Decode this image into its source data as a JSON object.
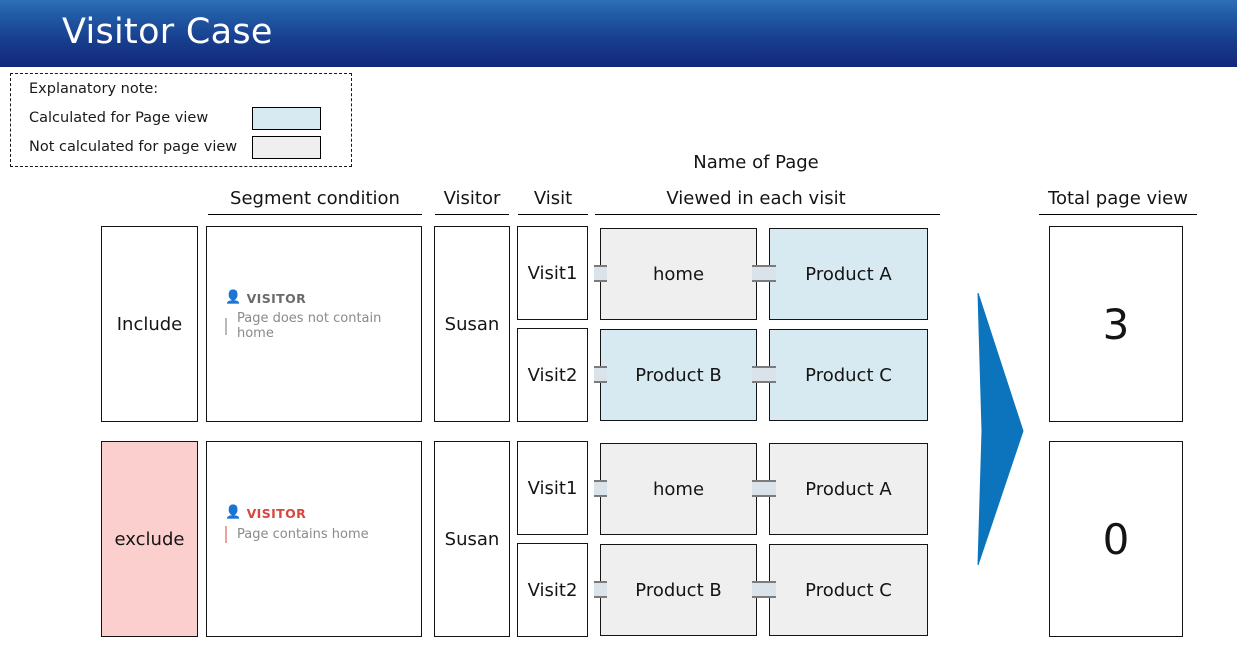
{
  "header": {
    "title": "Visitor Case",
    "gradient_top": "#2d6fb8",
    "gradient_bottom": "#14277a"
  },
  "legend": {
    "note_title": "Explanatory note:",
    "items": [
      {
        "label": "Calculated for Page view",
        "color": "#d7e9f1"
      },
      {
        "label": "Not calculated for page view",
        "color": "#efefef"
      }
    ]
  },
  "columns": {
    "name_of_page": "Name of Page",
    "segment_condition": "Segment condition",
    "visitor": "Visitor",
    "visit": "Visit",
    "viewed_in_each_visit": "Viewed in each visit",
    "total_page_view": "Total page view"
  },
  "colors": {
    "calculated": "#d7e9f1",
    "not_calculated": "#efefef",
    "exclude": "#fccfcf",
    "visitor_red": "#d9453a",
    "visitor_gray": "#6b6b6b",
    "arrow": "#0c74bd"
  },
  "rows": [
    {
      "inclusion": "Include",
      "inclusion_color": "#ffffff",
      "segment": {
        "icon": "person-icon",
        "type_label": "VISITOR",
        "type_color": "#6b6b6b",
        "description": "Page does not contain home"
      },
      "visitor": "Susan",
      "visits": [
        {
          "label": "Visit1",
          "pages": [
            {
              "name": "home",
              "calculated": false
            },
            {
              "name": "Product A",
              "calculated": true
            }
          ]
        },
        {
          "label": "Visit2",
          "pages": [
            {
              "name": "Product B",
              "calculated": true
            },
            {
              "name": "Product C",
              "calculated": true
            }
          ]
        }
      ],
      "total_page_view": "3"
    },
    {
      "inclusion": "exclude",
      "inclusion_color": "#fccfcf",
      "segment": {
        "icon": "person-icon",
        "type_label": "VISITOR",
        "type_color": "#d9453a",
        "description": "Page contains home"
      },
      "visitor": "Susan",
      "visits": [
        {
          "label": "Visit1",
          "pages": [
            {
              "name": "home",
              "calculated": false
            },
            {
              "name": "Product A",
              "calculated": false
            }
          ]
        },
        {
          "label": "Visit2",
          "pages": [
            {
              "name": "Product B",
              "calculated": false
            },
            {
              "name": "Product C",
              "calculated": false
            }
          ]
        }
      ],
      "total_page_view": "0"
    }
  ]
}
